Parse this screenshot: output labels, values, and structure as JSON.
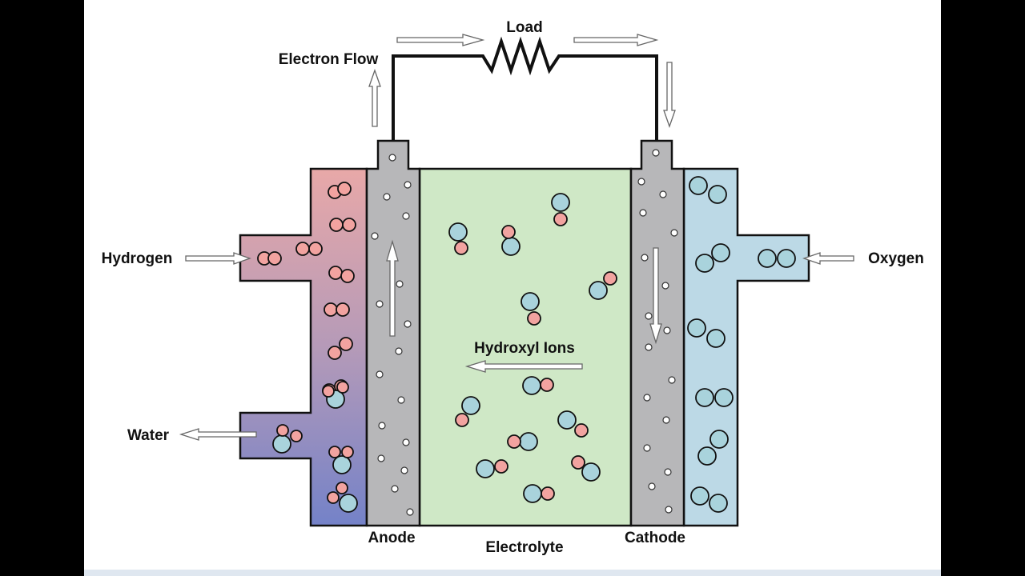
{
  "labels": {
    "load": "Load",
    "electron_flow": "Electron Flow",
    "hydrogen": "Hydrogen",
    "oxygen": "Oxygen",
    "water": "Water",
    "hydroxyl_ions": "Hydroxyl Ions",
    "anode": "Anode",
    "electrolyte": "Electrolyte",
    "cathode": "Cathode"
  },
  "colors": {
    "hydrogen_atom": "#f2a3a0",
    "oxygen_atom": "#a9d3dc",
    "electrolyte": "#cfe8c6",
    "electrode": "#b7b7b9",
    "hydrogen_chamber_top": "#e8a8a8",
    "hydrogen_chamber_bottom": "#7b86c9",
    "oxygen_chamber": "#bcd9e6"
  }
}
